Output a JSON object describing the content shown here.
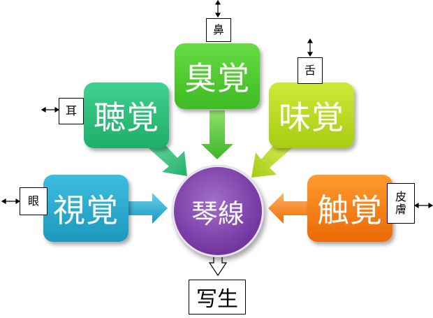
{
  "center": {
    "label": "琴線",
    "color": "#7c3fa8"
  },
  "output": {
    "label": "写生"
  },
  "senses": [
    {
      "key": "smell",
      "label": "臭覚",
      "organ": "鼻",
      "color": "#4cc82e"
    },
    {
      "key": "hearing",
      "label": "聴覚",
      "organ": "耳",
      "color": "#2cc07a"
    },
    {
      "key": "taste",
      "label": "味覚",
      "organ": "舌",
      "color": "#b6d81e"
    },
    {
      "key": "sight",
      "label": "視覚",
      "organ": "眼",
      "color": "#2aa8c8"
    },
    {
      "key": "touch",
      "label": "触覚",
      "organ": "皮膚",
      "color": "#f07d12"
    }
  ]
}
